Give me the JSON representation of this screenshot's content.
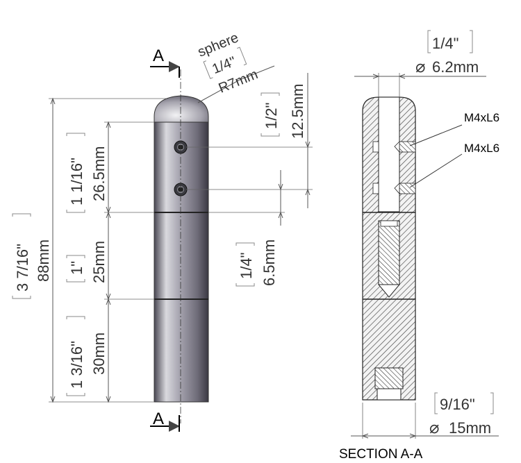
{
  "section_marker": "A",
  "section_title": "SECTION A-A",
  "sphere": {
    "label": "sphere",
    "inch": "1/4\"",
    "metric": "R7mm"
  },
  "dims": {
    "overall": {
      "inch": "3 7/16\"",
      "metric": "88mm"
    },
    "top_segment": {
      "inch": "1 1/16\"",
      "metric": "26.5mm"
    },
    "middle_segment": {
      "inch": "1\"",
      "metric": "25mm"
    },
    "bottom_segment": {
      "inch": "1 3/16\"",
      "metric": "30mm"
    },
    "screw_spacing": {
      "inch": "1/2\"",
      "metric": "12.5mm"
    },
    "screw_offset": {
      "inch": "1/4\"",
      "metric": "6.5mm"
    },
    "bore": {
      "inch": "1/4\"",
      "metric": "6.2mm",
      "symbol": "⌀"
    },
    "outer_diameter": {
      "inch": "9/16\"",
      "metric": "15mm",
      "symbol": "⌀"
    }
  },
  "callouts": [
    "M4xL6",
    "M4xL6"
  ],
  "colors": {
    "body_dark": "#6f6c78",
    "body_light": "#e6e6ea",
    "hatch": "#444444"
  }
}
